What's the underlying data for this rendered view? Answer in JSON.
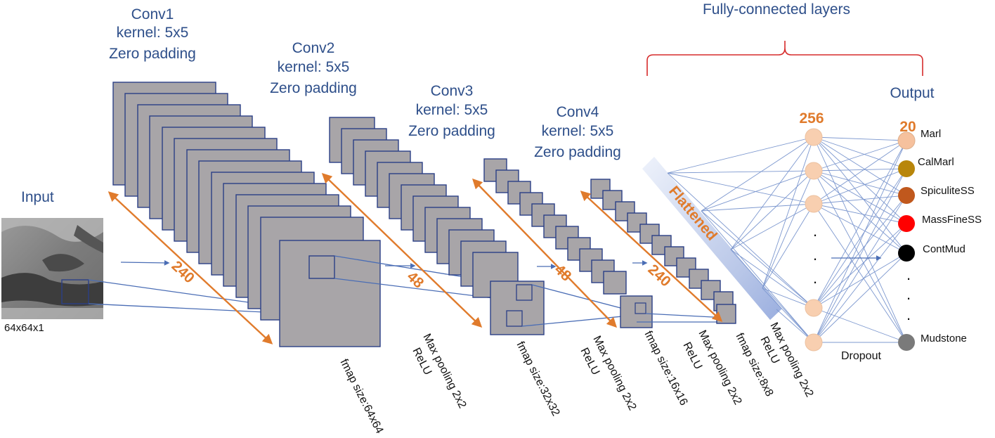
{
  "input": {
    "title": "Input",
    "size": "64x64x1"
  },
  "conv_blocks": [
    {
      "name": "Conv1",
      "kernel": "kernel: 5x5",
      "padding": "Zero padding",
      "filters": "240",
      "fmap": "fmap size:64x64",
      "pool": "Max pooling 2x2",
      "act": "ReLU"
    },
    {
      "name": "Conv2",
      "kernel": "kernel: 5x5",
      "padding": "Zero padding",
      "filters": "48",
      "fmap": "fmap size:32x32",
      "pool": "Max pooling 2x2",
      "act": "ReLU"
    },
    {
      "name": "Conv3",
      "kernel": "kernel: 5x5",
      "padding": "Zero padding",
      "filters": "48",
      "fmap": "fmap size:16x16",
      "pool": "Max pooling 2x2",
      "act": "ReLU"
    },
    {
      "name": "Conv4",
      "kernel": "kernel: 5x5",
      "padding": "Zero padding",
      "filters": "240",
      "fmap": "fmap size:8x8",
      "pool": "Max pooling 2x2",
      "act": "ReLU"
    }
  ],
  "flattened": "Flattened",
  "fc": {
    "title": "Fully-connected layers",
    "hidden_units": "256",
    "output_units": "20",
    "dropout": "Dropout"
  },
  "output": {
    "title": "Output",
    "dots": ".",
    "classes": [
      {
        "label": "Marl",
        "color": "#f6c19d"
      },
      {
        "label": "CalMarl",
        "color": "#b8860b"
      },
      {
        "label": "SpiculiteSS",
        "color": "#c0581d"
      },
      {
        "label": "MassFineSS",
        "color": "#ff0000"
      },
      {
        "label": "ContMud",
        "color": "#000000"
      },
      {
        "label": "Mudstone",
        "color": "#7a7a7a"
      }
    ]
  },
  "colors": {
    "label_blue": "#2e4f8a",
    "accent_orange": "#e07b2c",
    "node_peach": "#f8cfb0",
    "feature_map_gray": "#a8a5a8"
  }
}
